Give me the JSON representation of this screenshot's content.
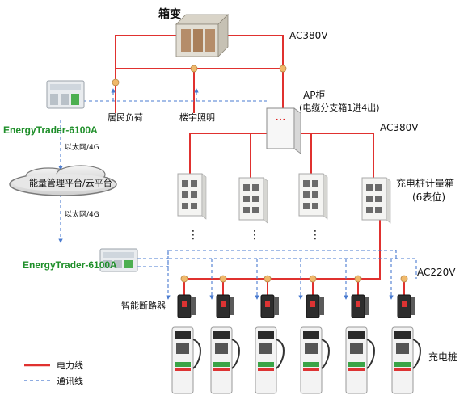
{
  "labels": {
    "transformer": "箱变",
    "ac380_top": "AC380V",
    "residential_load": "居民负荷",
    "building_lighting": "楼宇照明",
    "ap_cabinet": "AP柜",
    "ap_cabinet_desc": "(电缆分支箱1进4出)",
    "ac380_mid": "AC380V",
    "et_top": "EnergyTrader-6100A",
    "ethernet_top": "以太网/4G",
    "cloud_platform": "能量管理平台/云平台",
    "ethernet_bottom": "以太网/4G",
    "et_bottom": "EnergyTrader-6100A",
    "meter_box": "充电桩计量箱",
    "meter_box_desc": "(6表位)",
    "ac220": "AC220V",
    "smart_breaker": "智能断路器",
    "charging_pile": "充电桩",
    "meter_dots": "⋮"
  },
  "legend": {
    "power_line": "电力线",
    "comm_line": "通讯线"
  },
  "colors": {
    "power_line": "#e0312f",
    "comm_line": "#4a7bd0",
    "node": "#f0b96a",
    "label_green": "#1f8f2a"
  }
}
